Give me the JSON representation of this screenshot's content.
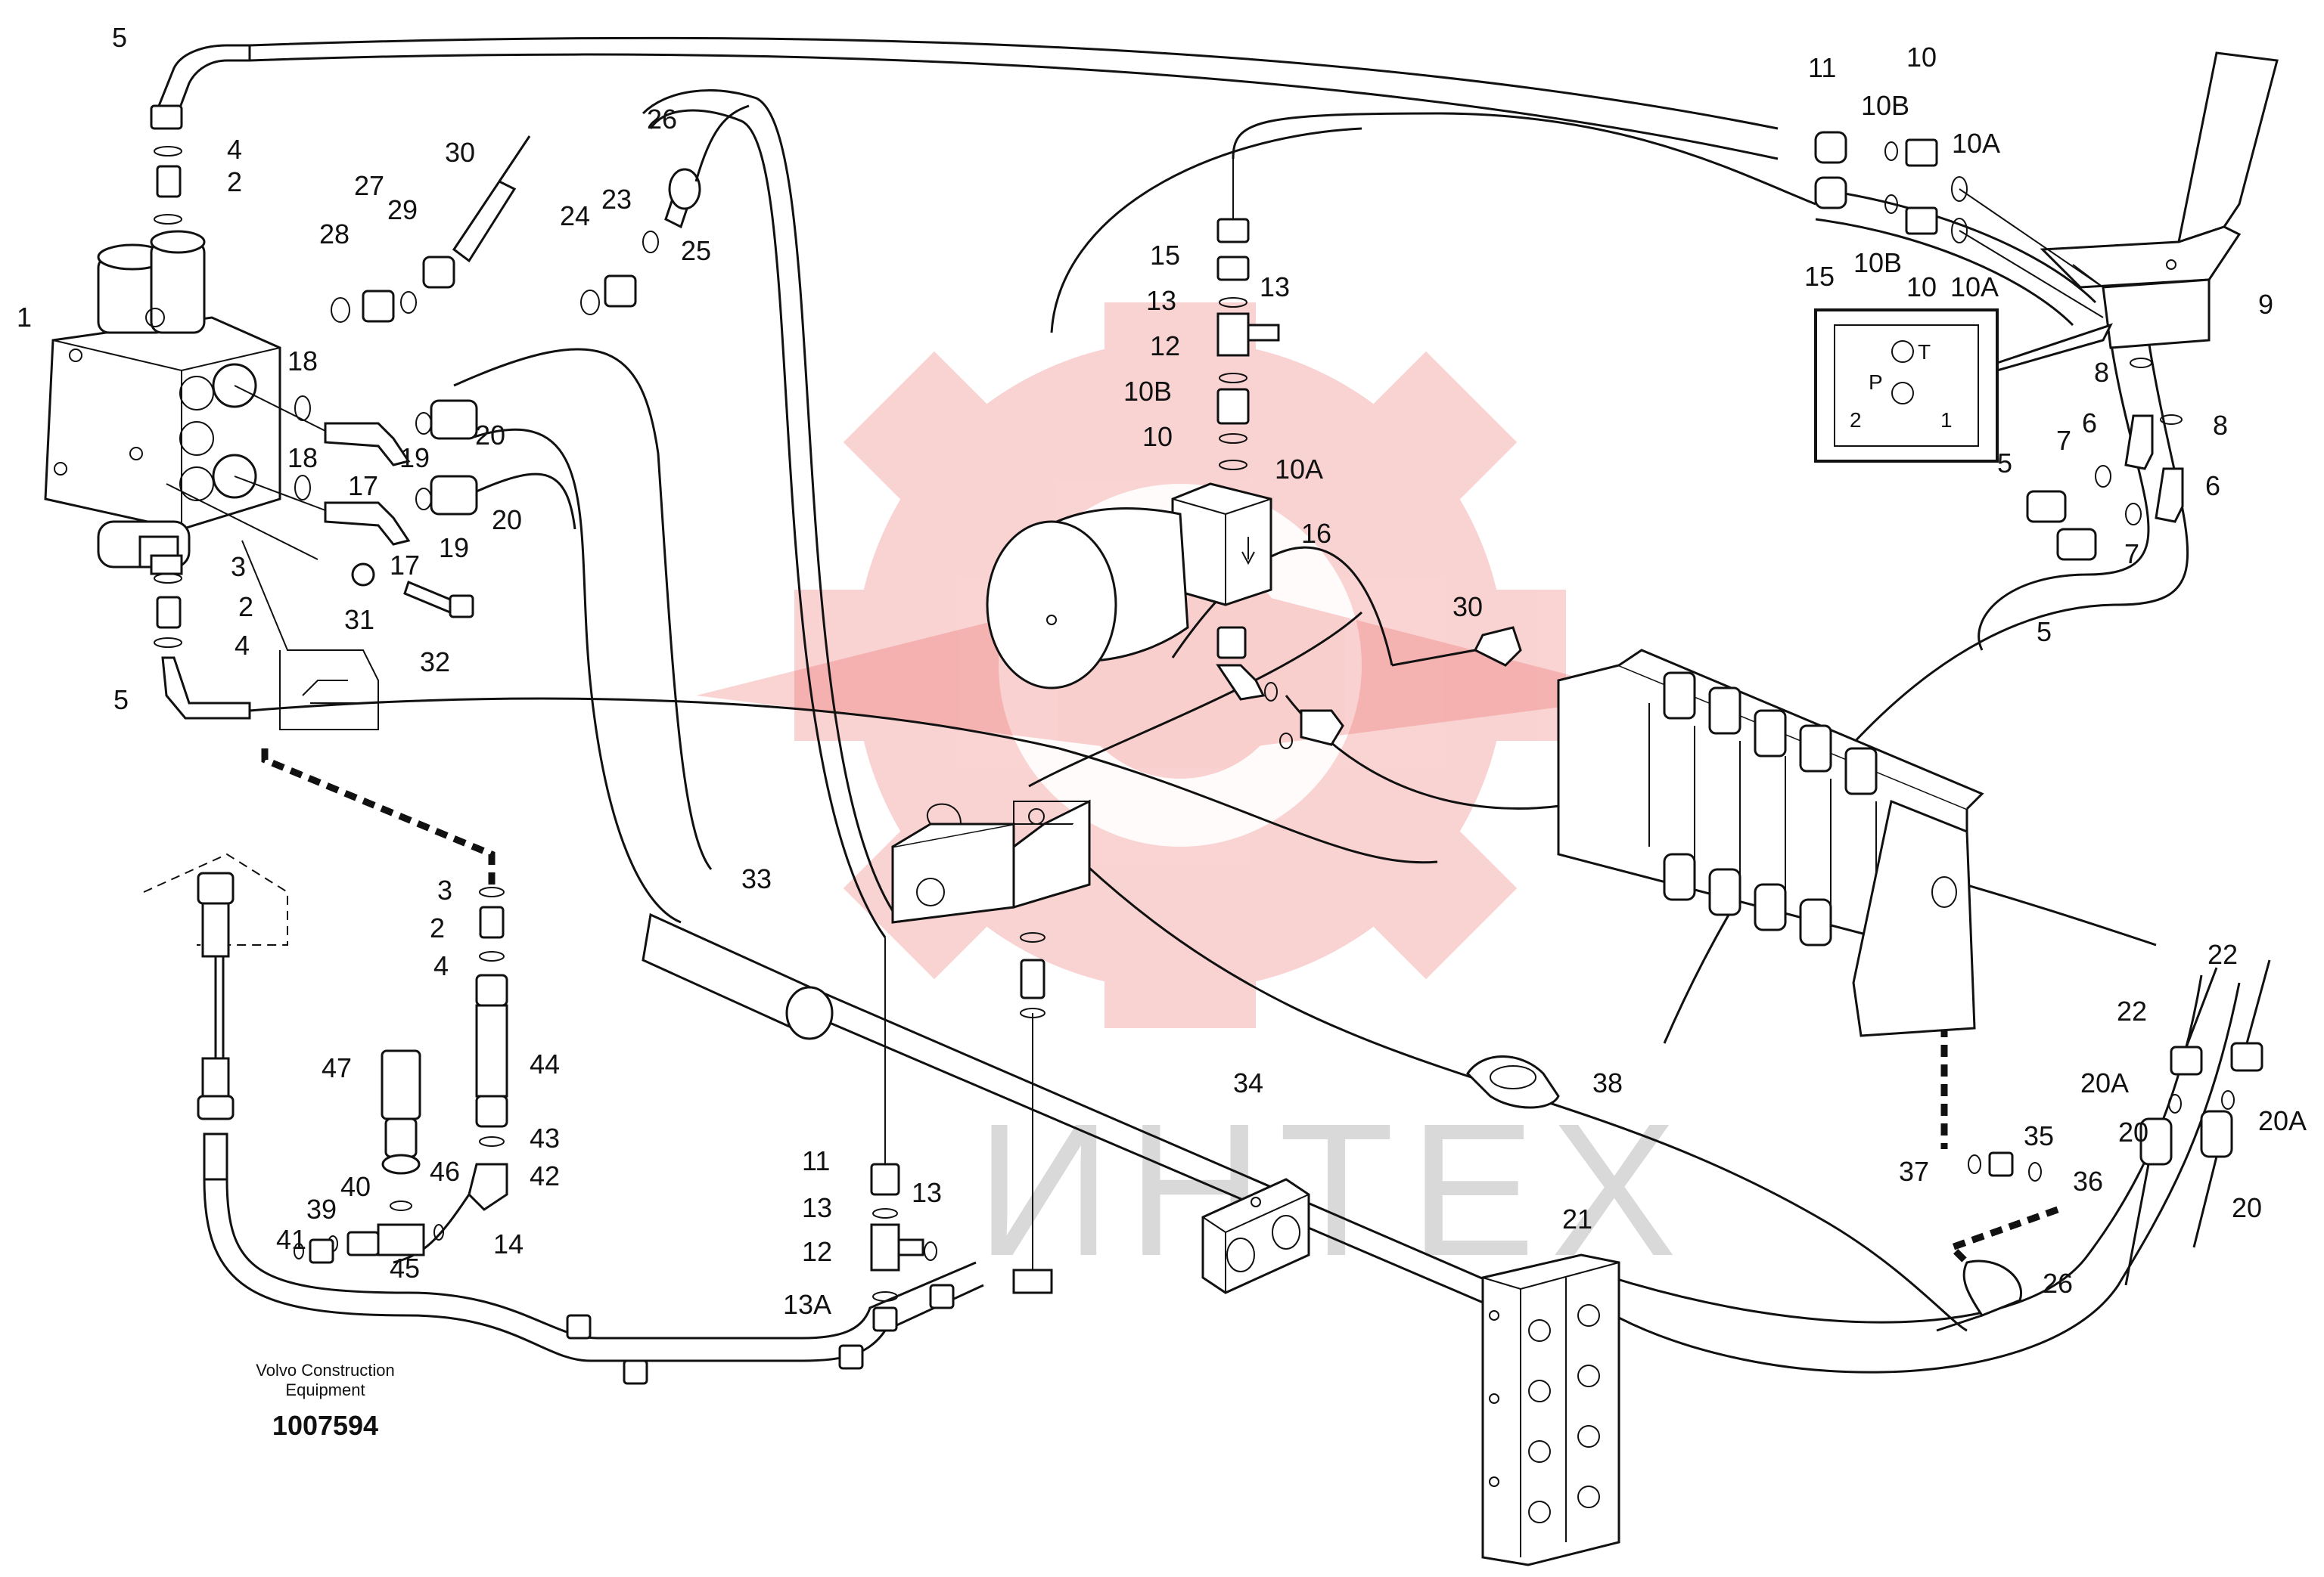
{
  "footer": {
    "manufacturer_line1": "Volvo Construction",
    "manufacturer_line2": "Equipment",
    "drawing_number": "1007594"
  },
  "watermark": {
    "text": "ИНТЕХ",
    "color": "#e53935"
  },
  "valve_symbol": {
    "port_t": "T",
    "port_p": "P",
    "port_2": "2",
    "port_1": "1"
  },
  "labels": [
    {
      "id": "lbl-5-a",
      "text": "5"
    },
    {
      "id": "lbl-4-a",
      "text": "4"
    },
    {
      "id": "lbl-2-a",
      "text": "2"
    },
    {
      "id": "lbl-1",
      "text": "1"
    },
    {
      "id": "lbl-28",
      "text": "28"
    },
    {
      "id": "lbl-27",
      "text": "27"
    },
    {
      "id": "lbl-29",
      "text": "29"
    },
    {
      "id": "lbl-30-a",
      "text": "30"
    },
    {
      "id": "lbl-26-a",
      "text": "26"
    },
    {
      "id": "lbl-24",
      "text": "24"
    },
    {
      "id": "lbl-23",
      "text": "23"
    },
    {
      "id": "lbl-25",
      "text": "25"
    },
    {
      "id": "lbl-18-a",
      "text": "18"
    },
    {
      "id": "lbl-18-b",
      "text": "18"
    },
    {
      "id": "lbl-20-a",
      "text": "20"
    },
    {
      "id": "lbl-20-b",
      "text": "20"
    },
    {
      "id": "lbl-19-a",
      "text": "19"
    },
    {
      "id": "lbl-19-b",
      "text": "19"
    },
    {
      "id": "lbl-17-a",
      "text": "17"
    },
    {
      "id": "lbl-17-b",
      "text": "17"
    },
    {
      "id": "lbl-3-a",
      "text": "3"
    },
    {
      "id": "lbl-2-b",
      "text": "2"
    },
    {
      "id": "lbl-4-b",
      "text": "4"
    },
    {
      "id": "lbl-5-b",
      "text": "5"
    },
    {
      "id": "lbl-31",
      "text": "31"
    },
    {
      "id": "lbl-32",
      "text": "32"
    },
    {
      "id": "lbl-15-a",
      "text": "15"
    },
    {
      "id": "lbl-13-a",
      "text": "13"
    },
    {
      "id": "lbl-13-b",
      "text": "13"
    },
    {
      "id": "lbl-12-a",
      "text": "12"
    },
    {
      "id": "lbl-10B-a",
      "text": "10B"
    },
    {
      "id": "lbl-10-a",
      "text": "10"
    },
    {
      "id": "lbl-10A-a",
      "text": "10A"
    },
    {
      "id": "lbl-16",
      "text": "16"
    },
    {
      "id": "lbl-30-b",
      "text": "30"
    },
    {
      "id": "lbl-11-a",
      "text": "11"
    },
    {
      "id": "lbl-10B-b",
      "text": "10B"
    },
    {
      "id": "lbl-10-b",
      "text": "10"
    },
    {
      "id": "lbl-10A-b",
      "text": "10A"
    },
    {
      "id": "lbl-15-b",
      "text": "15"
    },
    {
      "id": "lbl-10B-c",
      "text": "10B"
    },
    {
      "id": "lbl-10-c",
      "text": "10"
    },
    {
      "id": "lbl-10A-c",
      "text": "10A"
    },
    {
      "id": "lbl-9",
      "text": "9"
    },
    {
      "id": "lbl-8-a",
      "text": "8"
    },
    {
      "id": "lbl-8-b",
      "text": "8"
    },
    {
      "id": "lbl-7-a",
      "text": "7"
    },
    {
      "id": "lbl-6-a",
      "text": "6"
    },
    {
      "id": "lbl-5-c",
      "text": "5"
    },
    {
      "id": "lbl-6-b",
      "text": "6"
    },
    {
      "id": "lbl-7-b",
      "text": "7"
    },
    {
      "id": "lbl-5-d",
      "text": "5"
    },
    {
      "id": "lbl-3-b",
      "text": "3"
    },
    {
      "id": "lbl-2-c",
      "text": "2"
    },
    {
      "id": "lbl-4-c",
      "text": "4"
    },
    {
      "id": "lbl-44",
      "text": "44"
    },
    {
      "id": "lbl-43",
      "text": "43"
    },
    {
      "id": "lbl-42",
      "text": "42"
    },
    {
      "id": "lbl-47",
      "text": "47"
    },
    {
      "id": "lbl-46",
      "text": "46"
    },
    {
      "id": "lbl-40",
      "text": "40"
    },
    {
      "id": "lbl-39",
      "text": "39"
    },
    {
      "id": "lbl-41",
      "text": "41"
    },
    {
      "id": "lbl-45",
      "text": "45"
    },
    {
      "id": "lbl-14",
      "text": "14"
    },
    {
      "id": "lbl-33",
      "text": "33"
    },
    {
      "id": "lbl-11-b",
      "text": "11"
    },
    {
      "id": "lbl-13-c",
      "text": "13"
    },
    {
      "id": "lbl-13-d",
      "text": "13"
    },
    {
      "id": "lbl-12-b",
      "text": "12"
    },
    {
      "id": "lbl-13A",
      "text": "13A"
    },
    {
      "id": "lbl-34",
      "text": "34"
    },
    {
      "id": "lbl-38",
      "text": "38"
    },
    {
      "id": "lbl-21",
      "text": "21"
    },
    {
      "id": "lbl-35",
      "text": "35"
    },
    {
      "id": "lbl-37",
      "text": "37"
    },
    {
      "id": "lbl-36",
      "text": "36"
    },
    {
      "id": "lbl-26-b",
      "text": "26"
    },
    {
      "id": "lbl-22-a",
      "text": "22"
    },
    {
      "id": "lbl-22-b",
      "text": "22"
    },
    {
      "id": "lbl-20A-a",
      "text": "20A"
    },
    {
      "id": "lbl-20A-b",
      "text": "20A"
    },
    {
      "id": "lbl-20-c",
      "text": "20"
    },
    {
      "id": "lbl-20-d",
      "text": "20"
    }
  ]
}
